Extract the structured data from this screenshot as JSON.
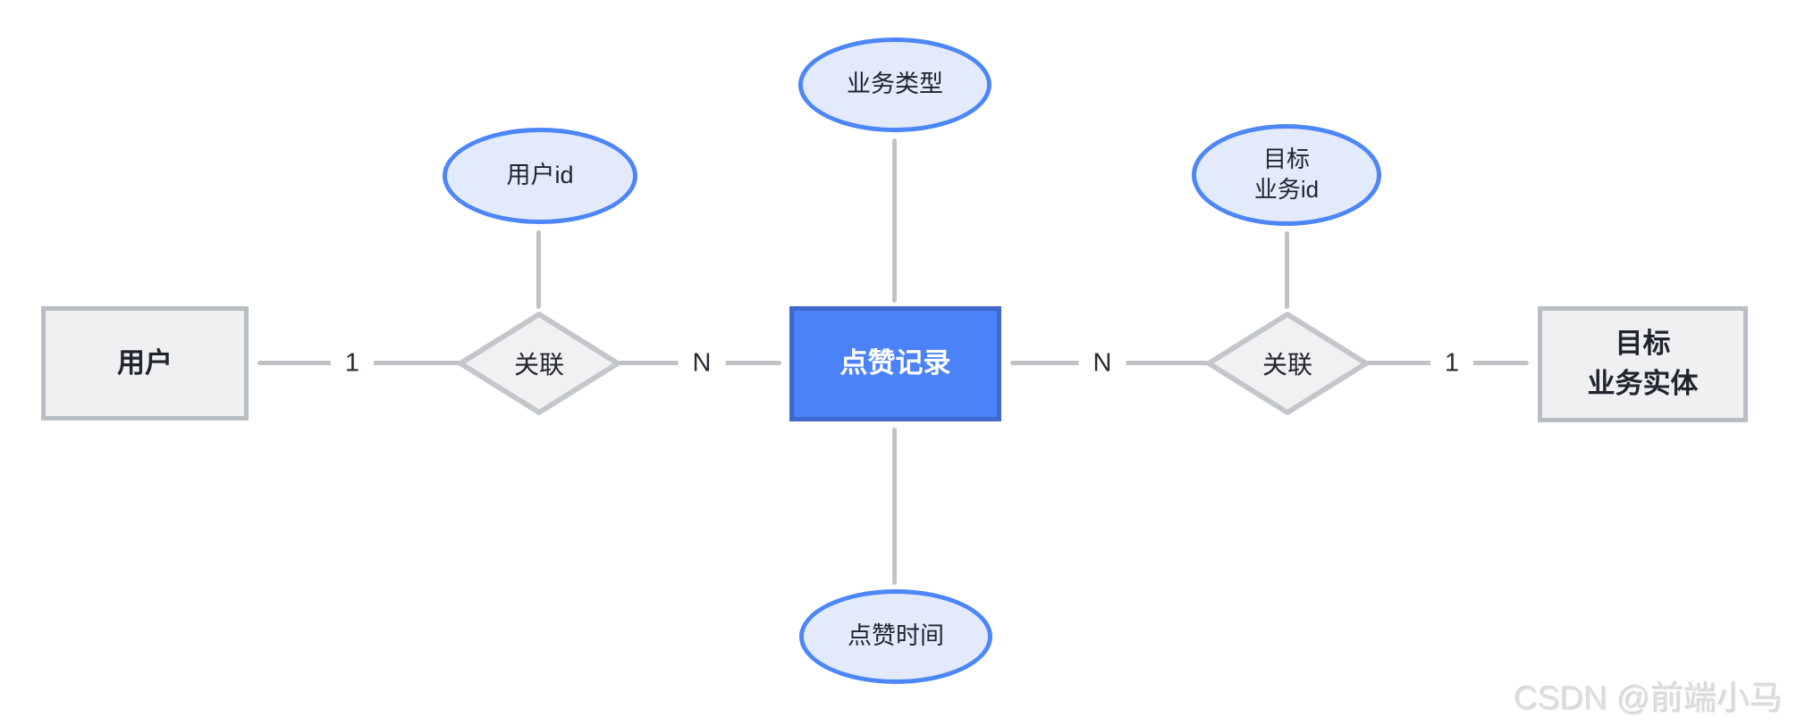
{
  "palette": {
    "accent_blue_fill": "#4b82f7",
    "accent_blue_border": "#3f68cd",
    "attribute_fill": "#e3eafc",
    "attribute_border": "#4c86f7",
    "entity_fill": "#eef0f2",
    "entity_border": "#b9bec4",
    "relationship_fill": "#f0f1f3",
    "relationship_border": "#c3c7cb",
    "connector_gray": "#bfc3c7",
    "text_dark": "#20242c",
    "text_white": "#ffffff",
    "watermark_gray": "#dedede"
  },
  "entities": {
    "user": {
      "label": "用户"
    },
    "like_record": {
      "label": "点赞记录"
    },
    "target_business": {
      "line1": "目标",
      "line2": "业务实体"
    }
  },
  "relationships": {
    "left": {
      "label": "关联"
    },
    "right": {
      "label": "关联"
    }
  },
  "attributes": {
    "user_id": {
      "label": "用户id"
    },
    "business_type": {
      "label": "业务类型"
    },
    "target_business_id": {
      "line1": "目标",
      "line2": "业务id"
    },
    "like_time": {
      "label": "点赞时间"
    }
  },
  "cardinalities": {
    "user_side": "1",
    "left_rel_to_record": "N",
    "record_to_right_rel": "N",
    "target_side": "1"
  },
  "watermark": "CSDN @前端小马"
}
